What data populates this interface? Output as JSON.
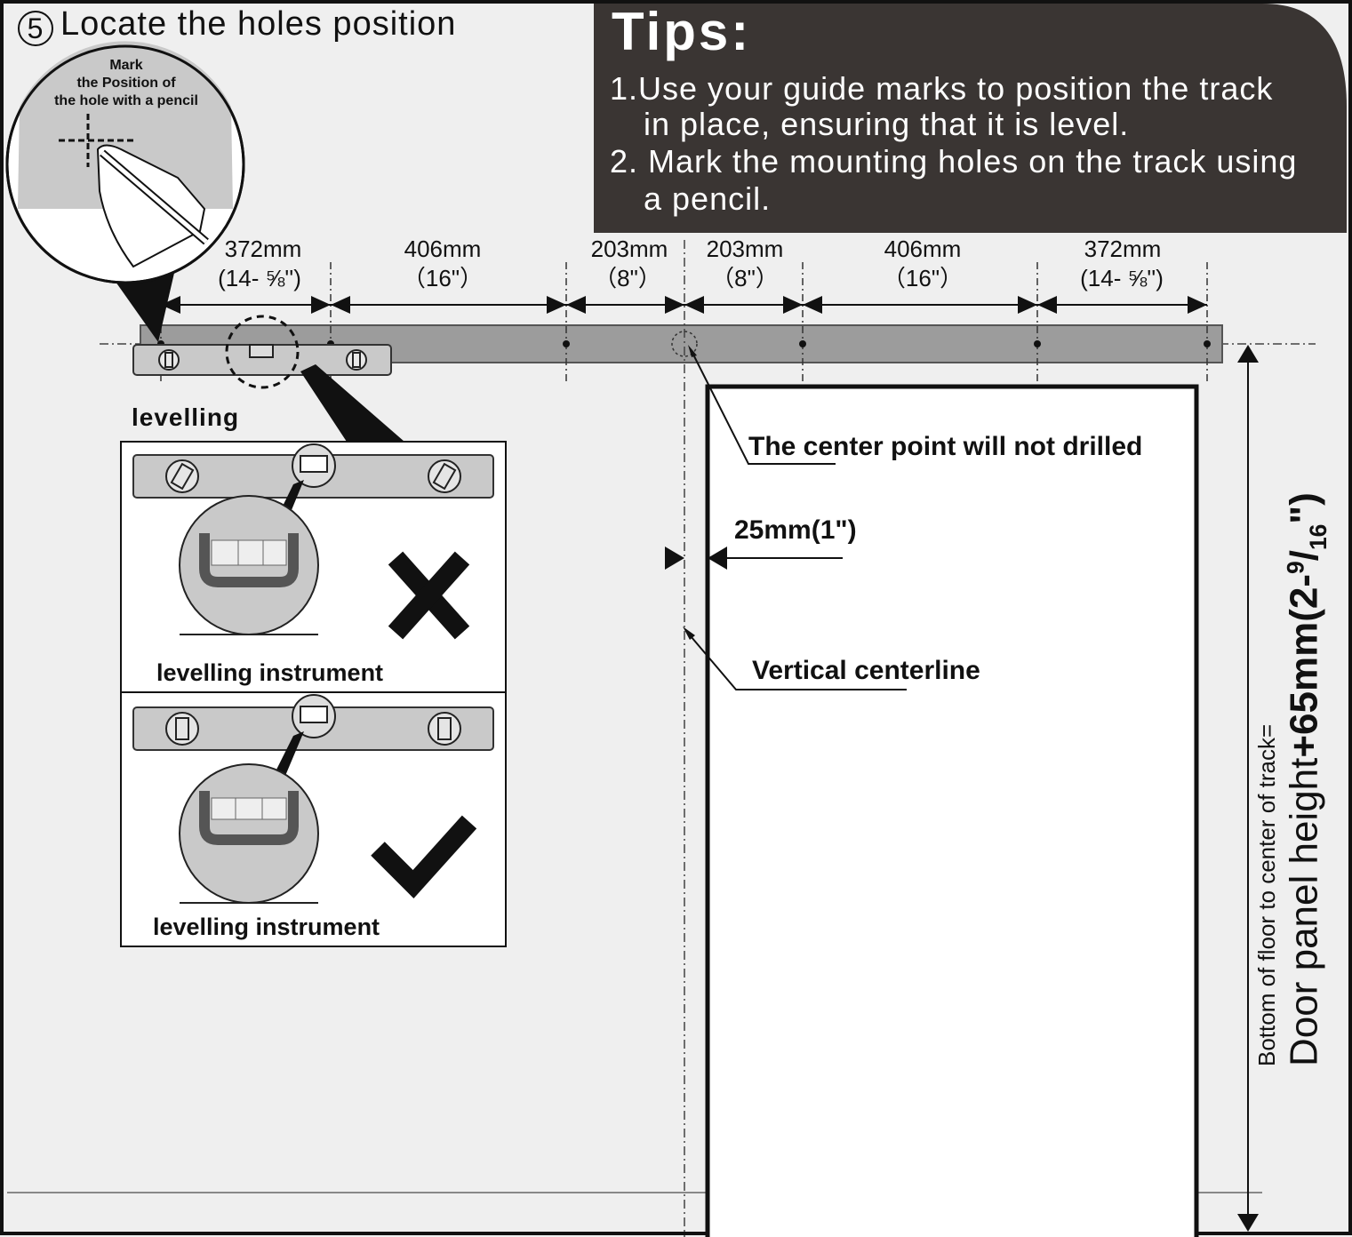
{
  "step": {
    "number": "5",
    "title": "Locate the holes position"
  },
  "tips": {
    "heading": "Tips:",
    "line1": "1.Use your guide marks to position the track",
    "line1b": "in place,  ensuring that it is level.",
    "line2": "2. Mark the mounting holes on the track using",
    "line2b": "a pencil."
  },
  "callout": {
    "mark_line1": "Mark",
    "mark_line2": "the Position of",
    "mark_line3": "the hole with a pencil"
  },
  "dimensions": [
    {
      "mm": "372mm",
      "inch": "(14- ⅝'')"
    },
    {
      "mm": "406mm",
      "inch": "（16\"）"
    },
    {
      "mm": "203mm",
      "inch": "（8\"）"
    },
    {
      "mm": "203mm",
      "inch": "（8\"）"
    },
    {
      "mm": "406mm",
      "inch": "（16\"）"
    },
    {
      "mm": "372mm",
      "inch": "(14- ⅝'')"
    }
  ],
  "labels": {
    "levelling": "levelling",
    "instrument_wrong": "levelling instrument",
    "instrument_right": "levelling instrument",
    "center_point": "The center point will not drilled",
    "offset": "25mm(1\")",
    "vertical_centerline": "Vertical centerline"
  },
  "height_note": {
    "line1": "Bottom of floor to center of track=",
    "line2_a": "Door panel height",
    "line2_b": "+65mm(2-",
    "line2_num": "9",
    "line2_den": "16",
    "line2_c": "\")"
  },
  "colors": {
    "panel_dark": "#3a3533",
    "wall": "#efefef",
    "track": "#9c9c9c",
    "level": "#c9c9c9"
  }
}
